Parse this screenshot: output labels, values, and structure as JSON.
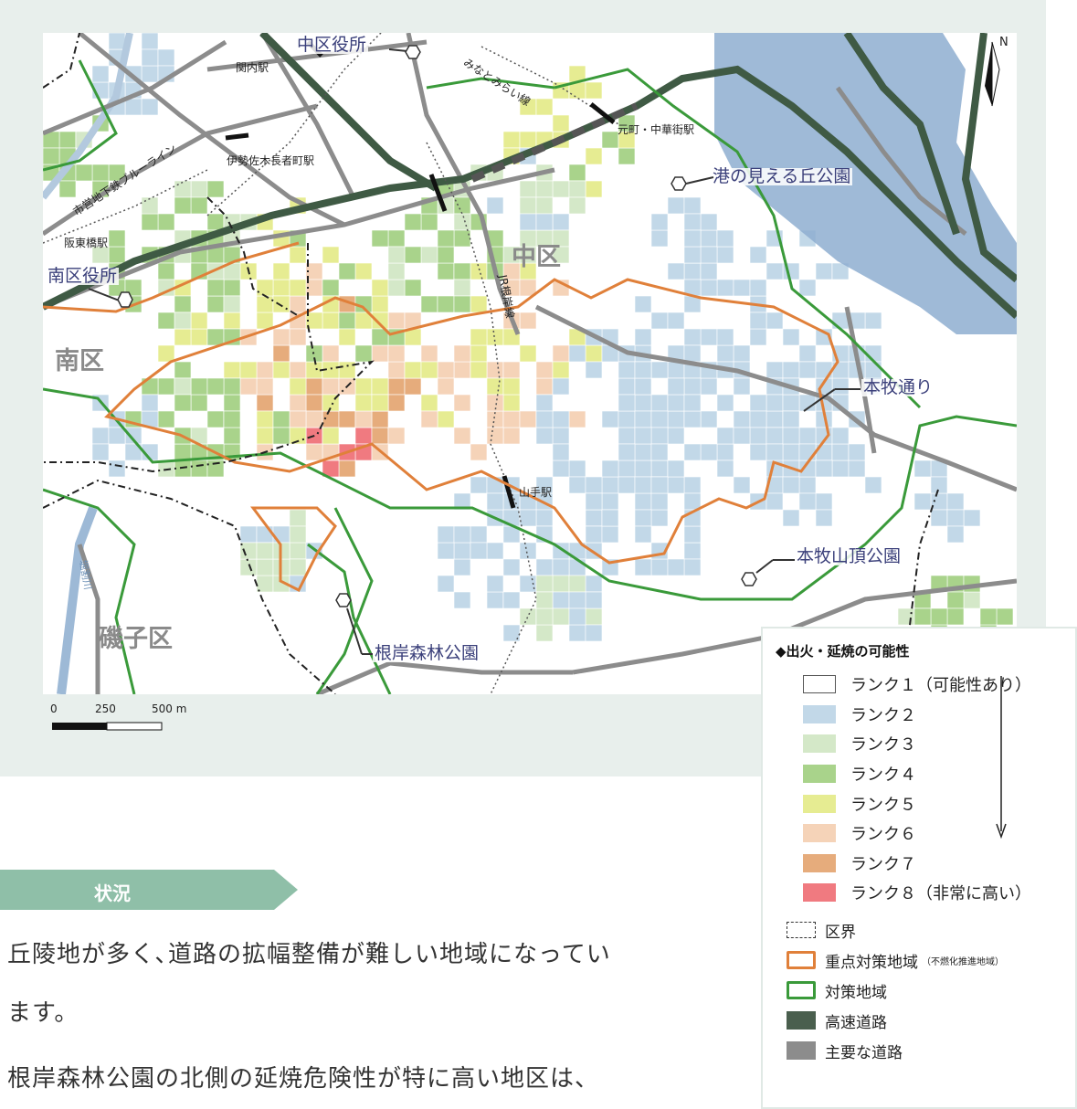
{
  "map": {
    "offices": {
      "naka_office": "中区役所",
      "minami_office": "南区役所"
    },
    "wards": {
      "naka": "中区",
      "minami": "南区",
      "isogo": "磯子区"
    },
    "places": {
      "minato_mieru": "港の見える丘公園",
      "honmoku_dori": "本牧通り",
      "honmoku_park": "本牧山頂公園",
      "negishi_park": "根岸森林公園"
    },
    "stations": {
      "kannai": "関内駅",
      "isezakichoja": "伊勢佐木長者町駅",
      "bandobashi": "阪東橋駅",
      "motomachi": "元町・中華街駅",
      "yamate": "山手駅"
    },
    "lines": {
      "minatomirai": "みなとみらい線",
      "blue_line": "市営地下鉄ブルーライン",
      "jr_negishi": "JR根岸線"
    },
    "river": "堀割川",
    "north": "N",
    "scale": {
      "ticks": [
        "0",
        "250",
        "500 m"
      ]
    }
  },
  "legend": {
    "title": "◆出火・延焼の可能性",
    "ranks": [
      {
        "label": "ランク１（可能性あり）",
        "color": "#ffffff"
      },
      {
        "label": "ランク２",
        "color": "#c2d8e8"
      },
      {
        "label": "ランク３",
        "color": "#d4e8c8"
      },
      {
        "label": "ランク４",
        "color": "#a9d38b"
      },
      {
        "label": "ランク５",
        "color": "#e6ec92"
      },
      {
        "label": "ランク６",
        "color": "#f5d3b8"
      },
      {
        "label": "ランク７",
        "color": "#e6ac7c"
      },
      {
        "label": "ランク８（非常に高い）",
        "color": "#f07a80"
      }
    ],
    "boundaries": {
      "ward_border": "区界",
      "priority_area": "重点対策地域",
      "priority_area_note": "（不燃化推進地域）",
      "target_area": "対策地域",
      "expressway": "高速道路",
      "main_road": "主要な道路"
    }
  },
  "situation": {
    "heading": "状況",
    "lines": [
      "丘陵地が多く､道路の拡幅整備が難しい地域になってい",
      "ます。",
      "根岸森林公園の北側の延焼危険性が特に高い地区は、"
    ]
  }
}
